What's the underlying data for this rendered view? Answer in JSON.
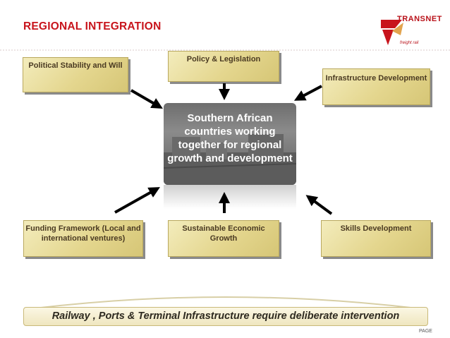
{
  "title": "REGIONAL INTEGRATION",
  "logo": {
    "word": "TRANSNET",
    "sub": "freight rail",
    "icon": "transnet-logo"
  },
  "center_text": "Southern African countries working together for regional growth and development",
  "boxes": {
    "political": "Political Stability and Will",
    "policy": "Policy  & Legislation",
    "infrastructure": "Infrastructure Development",
    "funding": "Funding Framework (Local and international ventures)",
    "sustainable": "Sustainable Economic Growth",
    "skills": "Skills Development"
  },
  "banner": "Railway , Ports & Terminal Infrastructure require  deliberate intervention",
  "page_label": "PAGE",
  "colors": {
    "title": "#c8141c",
    "box": "#e4d68e",
    "arrow": "#000000",
    "center": "#7a7a7a"
  }
}
